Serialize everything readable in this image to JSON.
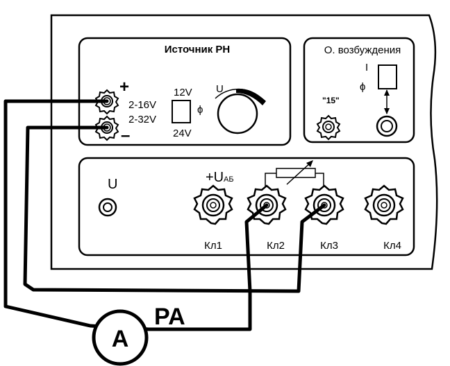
{
  "source_panel": {
    "title": "Источник РН",
    "plus_sign": "+",
    "minus_sign": "–",
    "range_upper": "2-16V",
    "range_lower": "2-32V",
    "switch_top_label": "12V",
    "switch_bottom_label": "24V",
    "switch_symbol": "ϕ",
    "knob_label": "U"
  },
  "excitation_panel": {
    "title": "О. возбуждения",
    "switch_on_label": "I",
    "switch_symbol": "ϕ",
    "terminal_label": "\"15\""
  },
  "terminal_panel": {
    "voltmeter_label": "U",
    "battery_label_main": "+U",
    "battery_label_sub": "АБ",
    "terminals": [
      "Кл1",
      "Кл2",
      "Кл3",
      "Кл4"
    ]
  },
  "ammeter": {
    "symbol": "A",
    "designation": "PA"
  },
  "colors": {
    "ink": "#000000",
    "panel_fill": "#ffffff",
    "terminal_fill": "#ffffff"
  }
}
